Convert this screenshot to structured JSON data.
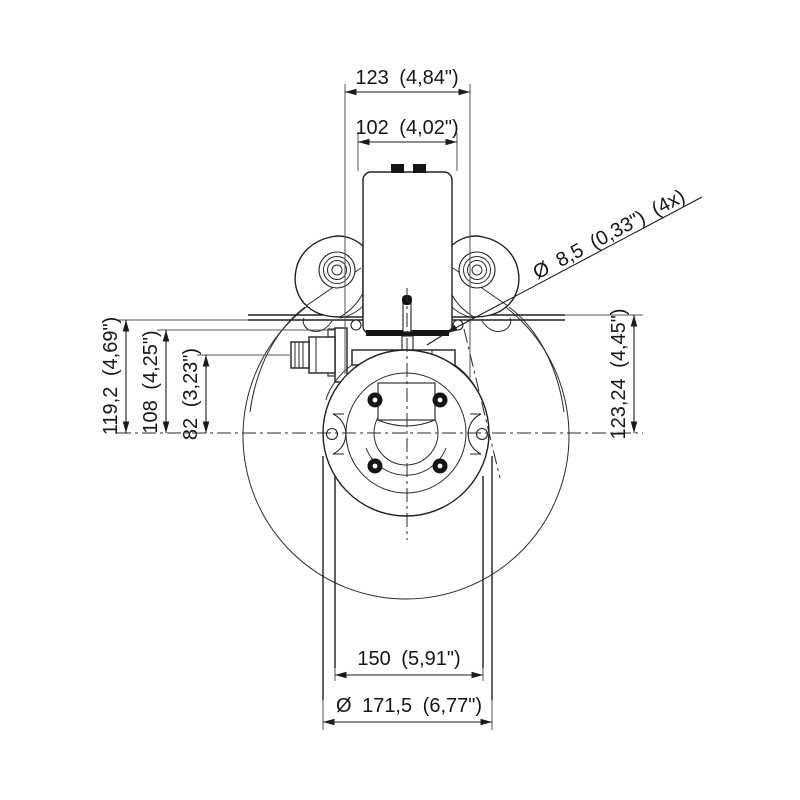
{
  "drawing": {
    "background": "#ffffff",
    "line_color": "#202020",
    "dimensions": {
      "width_overall": "123 (4,84\")",
      "width_motor": "102 (4,02\")",
      "hole_callout": "Ø 8,5 (0,33\") (4x)",
      "height_left_outer": "119,2 (4,69\")",
      "height_left_middle": "108 (4,25\")",
      "height_left_inner": "82 (3,23\")",
      "height_right": "123,24 (4,45\")",
      "tunnel_inner_diameter": "150 (5,91\")",
      "tunnel_outer_diameter": "Ø 171,5 (6,77\")"
    }
  }
}
